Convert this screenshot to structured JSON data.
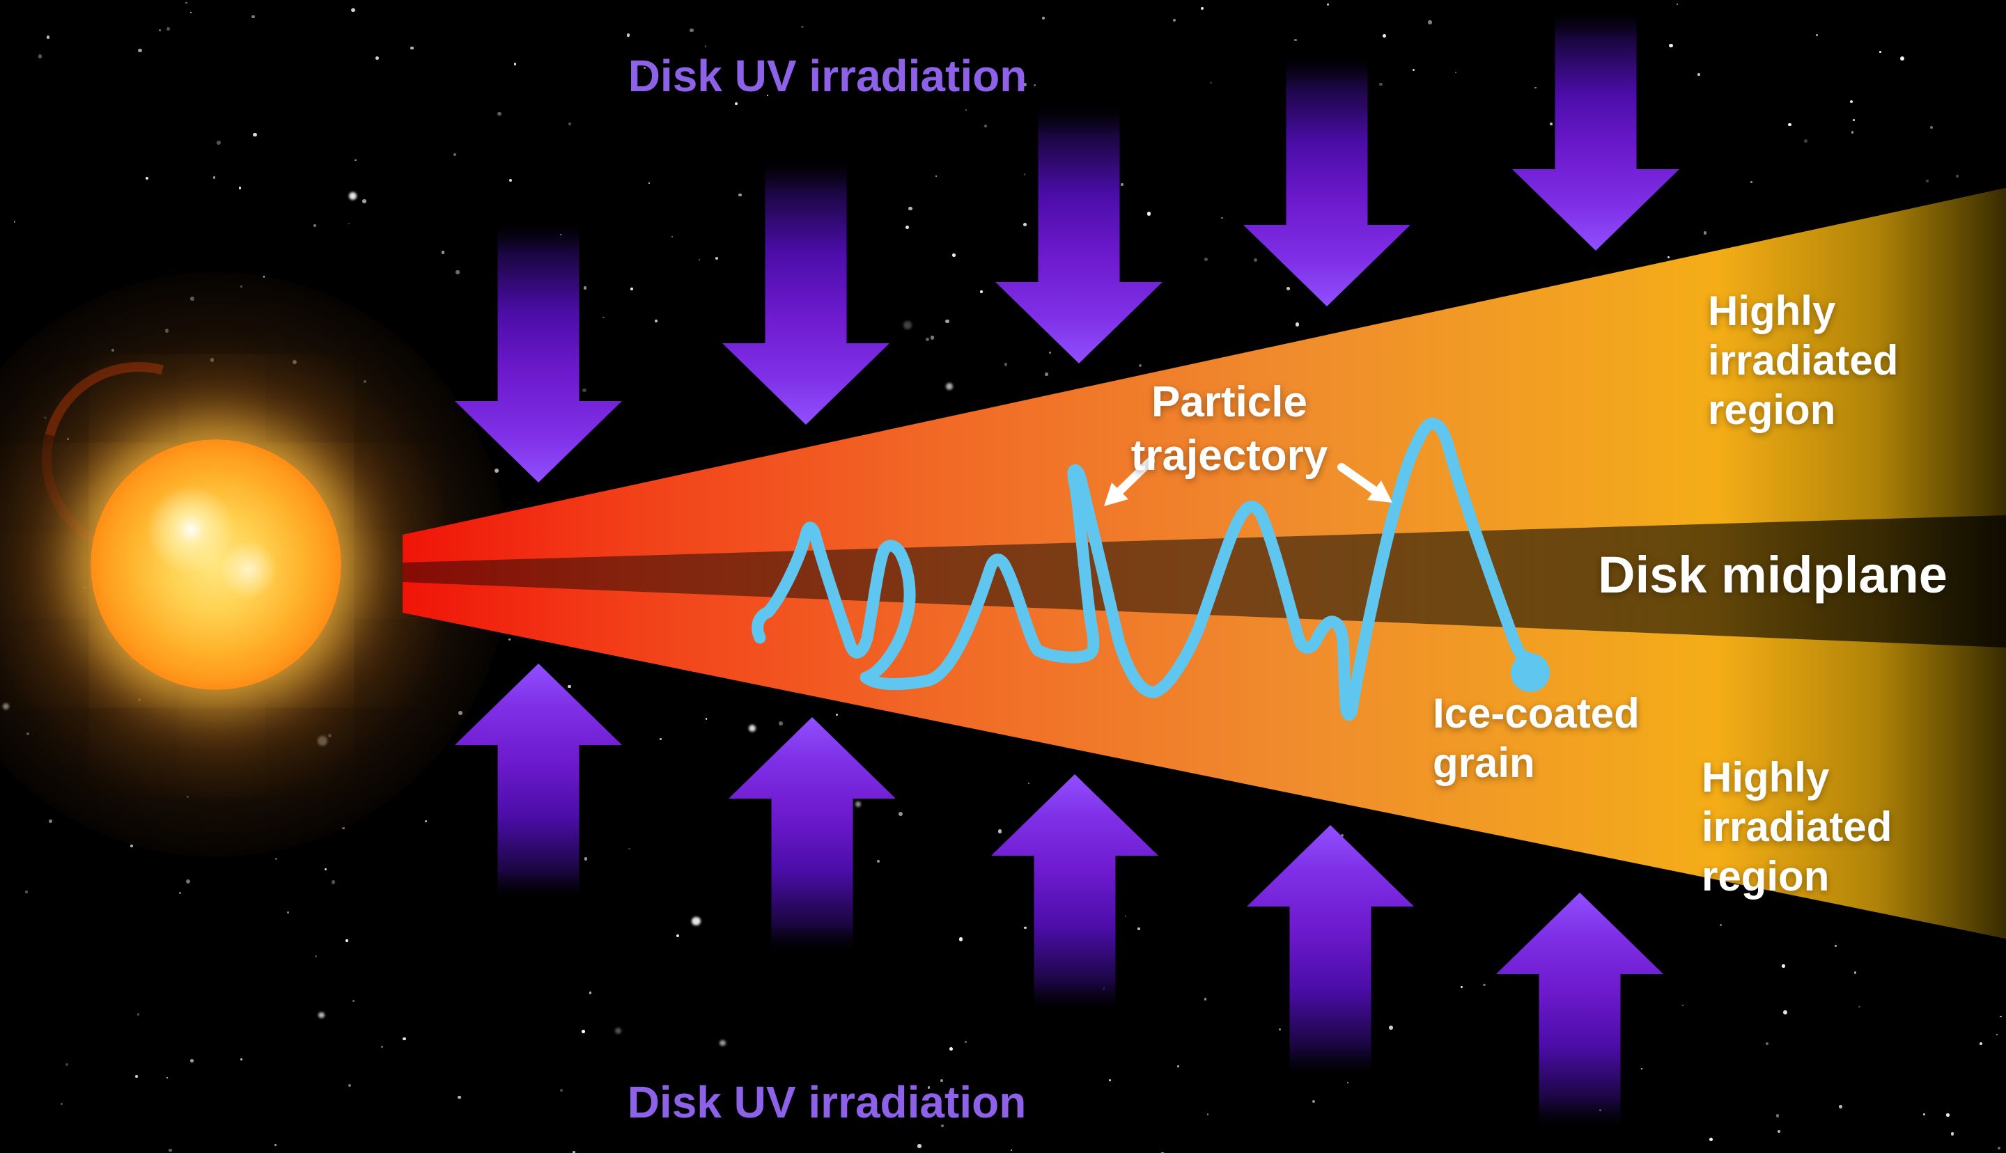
{
  "labels": {
    "uv_top": "Disk UV irradiation",
    "uv_bottom": "Disk UV irradiation",
    "particle_line1": "Particle",
    "particle_line2": "trajectory",
    "midplane": "Disk midplane",
    "ice_line1": "Ice-coated",
    "ice_line2": "grain",
    "highly_top_line1": "Highly",
    "highly_top_line2": "irradiated",
    "highly_top_line3": "region",
    "highly_bottom_line1": "Highly",
    "highly_bottom_line2": "irradiated",
    "highly_bottom_line3": "region"
  },
  "colors": {
    "background": "#000000",
    "uv_label_purple": "#8e61e9",
    "uv_arrow_bright": "#9150ff",
    "uv_arrow_mid": "#6f1bd0",
    "uv_arrow_dark": "#14052e",
    "disk_inner_red": "#f01408",
    "disk_mid_orange": "#f08b2d",
    "disk_outer_gold": "#fdc402",
    "midplane_shadow": "rgba(0,0,0,0.5)",
    "trajectory_cyan": "#5fc6ef",
    "grain_cyan": "#5fc6ef",
    "label_white": "#ffffff",
    "sun_core": "#ffe27a",
    "sun_edge": "#c2490a"
  },
  "icons": {
    "sun": "sun-star",
    "uv_arrow_down": "uv-arrow-down",
    "uv_arrow_up": "uv-arrow-up",
    "grain_dot": "ice-coated-grain-dot",
    "pointer_arrows": "white-pointer-arrow"
  }
}
